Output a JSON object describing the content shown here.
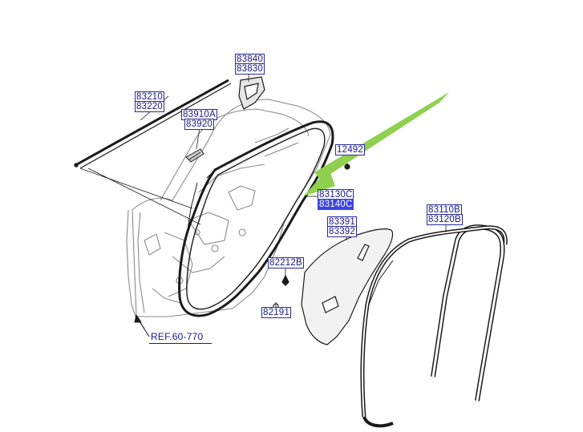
{
  "labels": {
    "l83840": "83840",
    "l83830": "83830",
    "l83210": "83210",
    "l83220": "83220",
    "l83910a": "83910A",
    "l83920": "83920",
    "l12492": "12492",
    "l83130c": "83130C",
    "l83140c": "83140C",
    "l83391": "83391",
    "l83392": "83392",
    "l83110b": "83110B",
    "l83120b": "83120B",
    "l82212b": "82212B",
    "l82191": "82191",
    "ref": "REF.60-770"
  },
  "colors": {
    "label_text": "#16168c",
    "highlight": "#3b46e0",
    "arrow": "#8fd14f",
    "line": "#1a1a1a",
    "sketch": "#8a8a8a"
  }
}
